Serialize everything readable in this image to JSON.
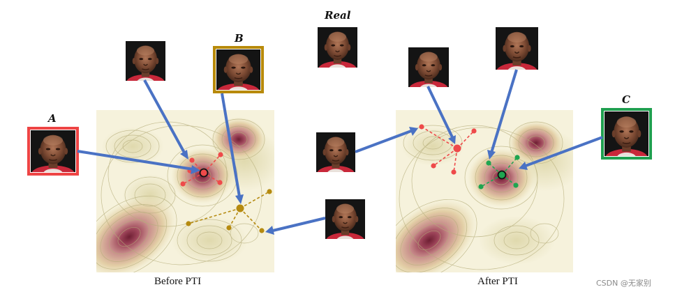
{
  "labels": {
    "a": "A",
    "b": "B",
    "c": "C",
    "real": "Real"
  },
  "captions": {
    "before": "Before PTI",
    "after": "After PTI"
  },
  "watermark": "CSDN @无家别",
  "colors": {
    "red": "#ee4a4a",
    "gold": "#b58a10",
    "green": "#1fa550",
    "arrow": "#4a72c4",
    "frame_a": "#ee4444",
    "frame_b": "#b88a0a",
    "frame_c": "#20a050",
    "map_bg": "#f6f2dc",
    "peak": "#8e2f44"
  },
  "icons": [
    "face-photo"
  ]
}
